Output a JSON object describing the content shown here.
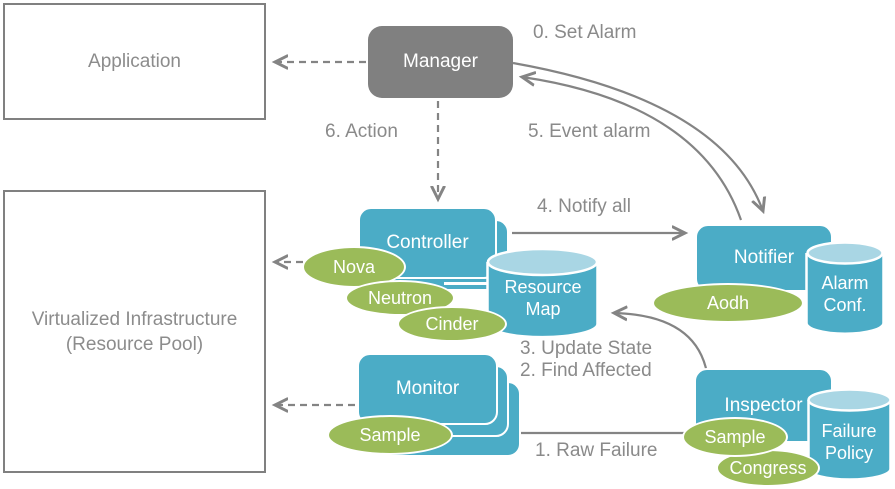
{
  "colors": {
    "node_blue": "#4BACC6",
    "cylinder_top_blue": "#A9D6E4",
    "plugin_green": "#9BBB59",
    "manager_gray": "#808080",
    "label_gray": "#8a8a8a"
  },
  "nodes": {
    "application": {
      "label": "Application"
    },
    "virtualized_infrastructure": {
      "line1": "Virtualized  Infrastructure",
      "line2": "(Resource Pool)"
    },
    "manager": {
      "label": "Manager"
    },
    "controller": {
      "label": "Controller"
    },
    "monitor": {
      "label": "Monitor"
    },
    "notifier": {
      "label": "Notifier"
    },
    "inspector": {
      "label": "Inspector"
    },
    "resource_map": {
      "line1": "Resource",
      "line2": "Map"
    },
    "alarm_conf": {
      "line1": "Alarm",
      "line2": "Conf."
    },
    "failure_policy": {
      "line1": "Failure",
      "line2": "Policy"
    }
  },
  "plugins": {
    "nova": {
      "label": "Nova"
    },
    "neutron": {
      "label": "Neutron"
    },
    "cinder": {
      "label": "Cinder"
    },
    "monitor_sample": {
      "label": "Sample"
    },
    "aodh": {
      "label": "Aodh"
    },
    "inspector_sample": {
      "label": "Sample"
    },
    "congress": {
      "label": "Congress"
    }
  },
  "flow_labels": {
    "set_alarm": "0. Set Alarm",
    "action": "6. Action",
    "event_alarm": "5. Event alarm",
    "notify_all": "4. Notify all",
    "update_state": "3. Update State",
    "find_affected": "2. Find Affected",
    "raw_failure": "1. Raw Failure"
  }
}
